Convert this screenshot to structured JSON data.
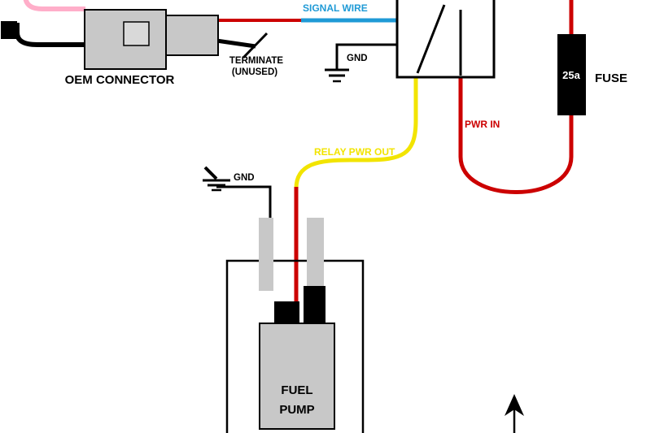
{
  "diagram": {
    "labels": {
      "oem_connector": "OEM CONNECTOR",
      "signal_wire": "SIGNAL WIRE",
      "terminate": "TERMINATE",
      "unused": "(UNUSED)",
      "relay_ground": "GND",
      "pwr_in": "PWR IN",
      "fuse_rating": "25a",
      "fuse": "FUSE",
      "relay_pwr_out": "RELAY PWR OUT",
      "pump_ground": "GND",
      "fuel_pump_line1": "FUEL",
      "fuel_pump_line2": "PUMP"
    },
    "colors": {
      "signal_wire_blue": "#1f9ad6",
      "wire_red": "#cc0000",
      "wire_yellow": "#f2e400",
      "wire_pink": "#ffaec9",
      "component_gray": "#c8c8c8",
      "connector_inner_gray": "#d9d9d9",
      "black": "#000000",
      "white": "#ffffff"
    }
  }
}
